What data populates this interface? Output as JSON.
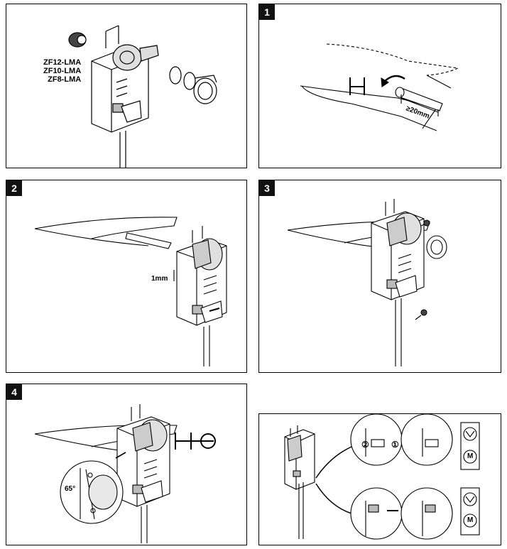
{
  "panels": {
    "intro": {
      "models": [
        "ZF12-LMA",
        "ZF10-LMA",
        "ZF8-LMA"
      ]
    },
    "step1": {
      "number": "1",
      "dimension": "≥20mm"
    },
    "step2": {
      "number": "2",
      "dimension": "1mm"
    },
    "step3": {
      "number": "3"
    },
    "step4": {
      "number": "4",
      "angle": "65°"
    },
    "manual": {
      "callout_1": "①",
      "callout_2": "②",
      "symbol_top_letter": "M",
      "symbol_bottom_letter": "M"
    }
  },
  "colors": {
    "line": "#000000",
    "fill_gray": "#d9d9d9",
    "badge": "#111111"
  },
  "icons": [
    "actuator-icon",
    "shaft-icon",
    "gear-icon",
    "hand-icon",
    "rotation-arrow-icon",
    "screw-icon"
  ]
}
